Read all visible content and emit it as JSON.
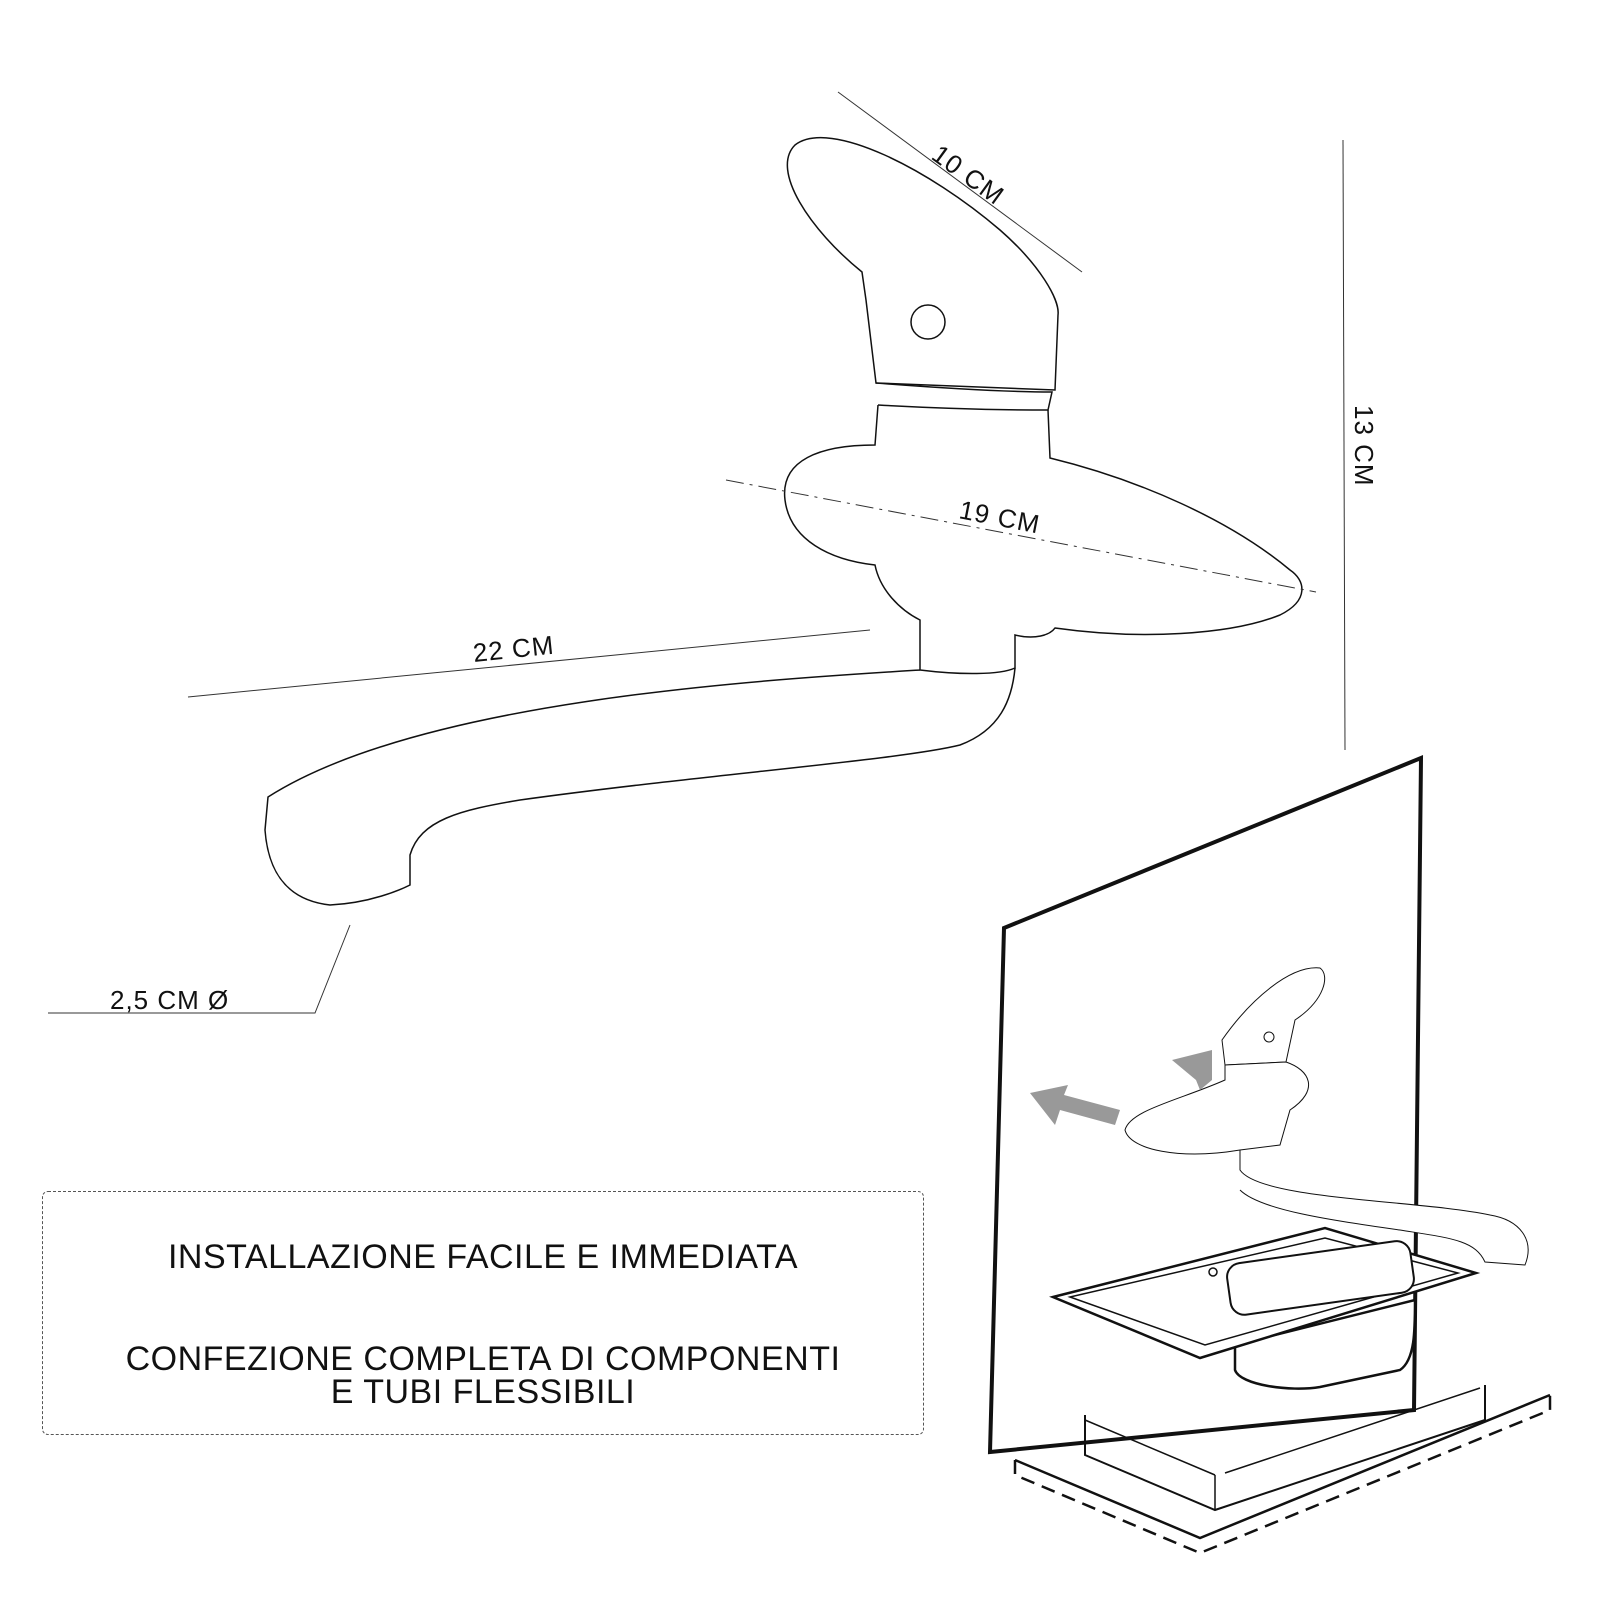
{
  "dimensions": {
    "handle_length": "10 CM",
    "height": "13 CM",
    "body_width": "19 CM",
    "spout_length": "22 CM",
    "spout_diameter": "2,5 CM Ø"
  },
  "info_box": {
    "line1": "INSTALLAZIONE FACILE E IMMEDIATA",
    "line2": "CONFEZIONE COMPLETA DI COMPONENTI",
    "line3": "E TUBI FLESSIBILI"
  },
  "colors": {
    "line": "#111111",
    "arrow": "#999999"
  }
}
